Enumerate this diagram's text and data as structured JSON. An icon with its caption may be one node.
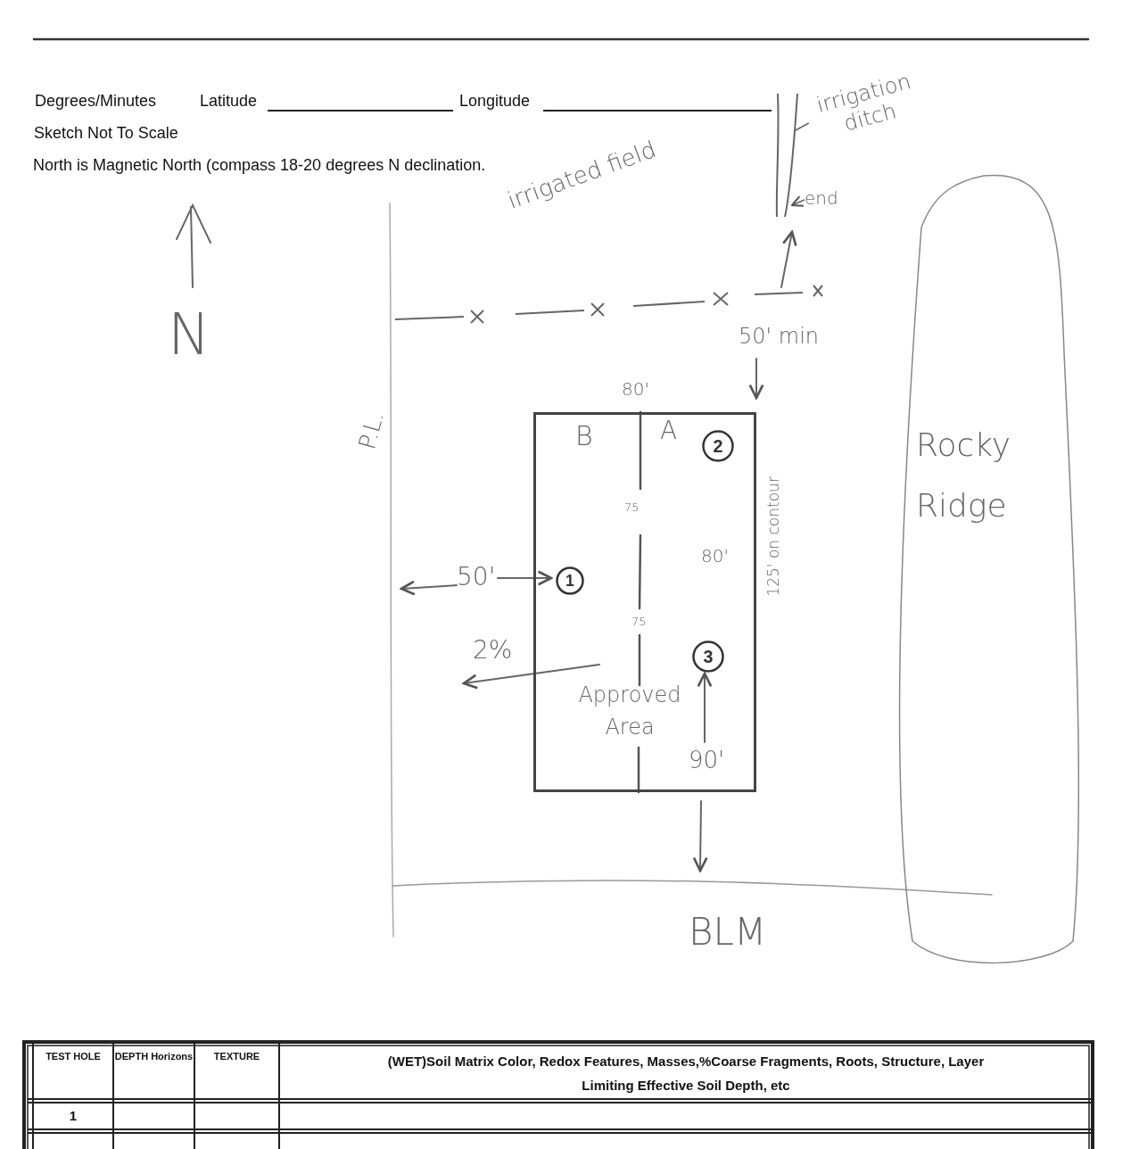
{
  "diagram": {
    "nodes": [
      {
        "text": [
          "Approved Area"
        ]
      },
      {
        "text": [
          "2"
        ],
        "in": 0
      },
      {
        "text": [
          "1"
        ],
        "in": 0
      },
      {
        "text": [
          "3"
        ],
        "in": 0
      },
      {
        "text": [],
        "shape": "bar"
      },
      {
        "text": [
          "irrigation ditch"
        ]
      },
      {
        "text": [
          "end"
        ]
      },
      {
        "text": [
          "Rocky Ridge"
        ]
      }
    ],
    "edges": [
      {
        "from": 5,
        "to": 4,
        "arrow": "none"
      },
      {
        "from": 6,
        "to": 4,
        "arrow": "to"
      }
    ],
    "labels": [
      "Degrees/Minutes",
      "Latitude",
      "Longitude",
      "Sketch Not To Scale",
      "North is Magnetic North (compass 18-20 degrees N declination.",
      "irrigated field",
      "N",
      "P.L.",
      "80'",
      "B",
      "A",
      "75",
      "80'",
      "75",
      "50'",
      "2%",
      "90'",
      "125' on contour",
      "50' min",
      "BLM",
      "TEST HOLE",
      "DEPTH Horizons",
      "TEXTURE",
      "(WET)Soil Matrix Color, Redox Features, Masses,%Coarse Fragments, Roots, Structure, Layer Limiting Effective Soil Depth, etc",
      "1"
    ]
  }
}
